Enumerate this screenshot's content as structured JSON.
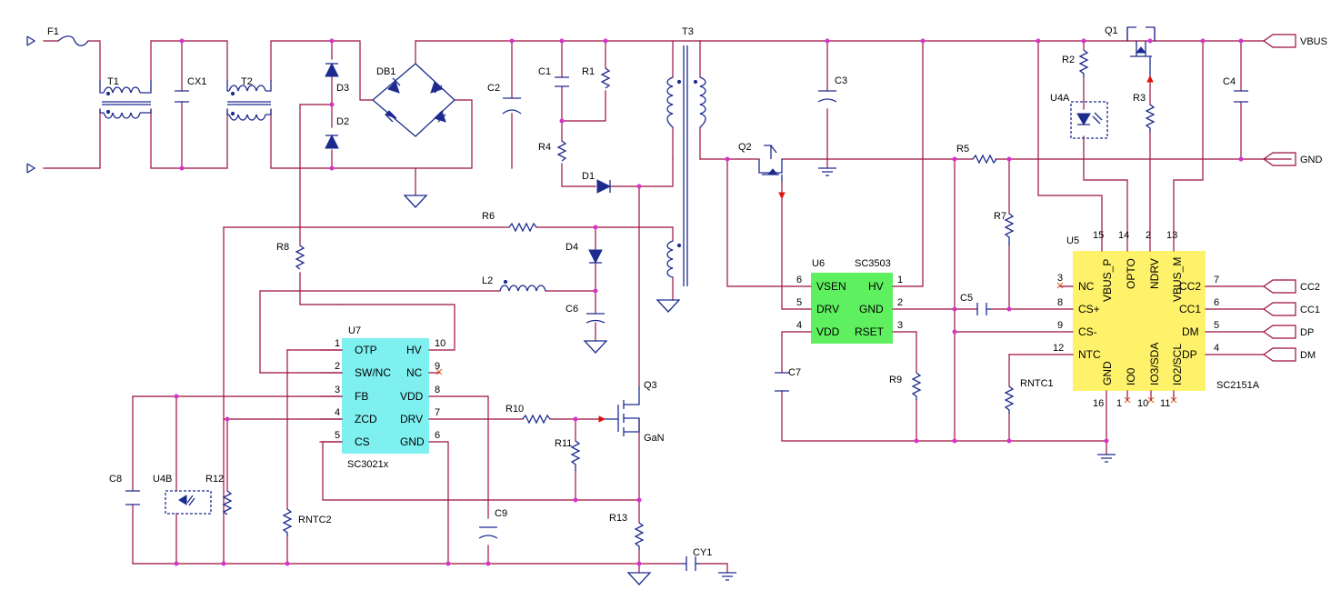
{
  "colors": {
    "wire": "#9c0f3e",
    "component": "#1d2b8f",
    "junction": "#d633c9",
    "ic_u7": "#7ff0f0",
    "ic_u6": "#5ff05f",
    "ic_u5": "#fff26b",
    "nc_mark": "#e36b2b",
    "arrow": "#e01010"
  },
  "labels": {
    "F1": "F1",
    "T1": "T1",
    "CX1": "CX1",
    "T2": "T2",
    "D3": "D3",
    "D2": "D2",
    "DB1": "DB1",
    "C2": "C2",
    "C1": "C1",
    "R1": "R1",
    "R4": "R4",
    "D1": "D1",
    "T3": "T3",
    "C3": "C3",
    "Q2": "Q2",
    "R5": "R5",
    "R7": "R7",
    "Q1": "Q1",
    "R2": "R2",
    "R3": "R3",
    "U4A": "U4A",
    "C4": "C4",
    "R6": "R6",
    "D4": "D4",
    "R8": "R8",
    "L2": "L2",
    "C6": "C6",
    "U7": "U7",
    "Q3": "Q3",
    "GaN": "GaN",
    "R10": "R10",
    "R11": "R11",
    "C8": "C8",
    "U4B": "U4B",
    "R12": "R12",
    "RNTC2": "RNTC2",
    "C9": "C9",
    "R13": "R13",
    "CY1": "CY1",
    "U6": "U6",
    "C5": "C5",
    "C7": "C7",
    "R9": "R9",
    "U5": "U5",
    "RNTC1": "RNTC1"
  },
  "connectors": {
    "VBUS": "VBUS",
    "GND": "GND",
    "CC2": "CC2",
    "CC1": "CC1",
    "DP": "DP",
    "DM": "DM"
  },
  "u7": {
    "part": "SC3021x",
    "left": [
      {
        "num": "1",
        "name": "OTP"
      },
      {
        "num": "2",
        "name": "SW/NC"
      },
      {
        "num": "3",
        "name": "FB"
      },
      {
        "num": "4",
        "name": "ZCD"
      },
      {
        "num": "5",
        "name": "CS"
      }
    ],
    "right": [
      {
        "num": "10",
        "name": "HV"
      },
      {
        "num": "9",
        "name": "NC"
      },
      {
        "num": "8",
        "name": "VDD"
      },
      {
        "num": "7",
        "name": "DRV"
      },
      {
        "num": "6",
        "name": "GND"
      }
    ]
  },
  "u6": {
    "part": "SC3503",
    "left": [
      {
        "num": "6",
        "name": "VSEN"
      },
      {
        "num": "5",
        "name": "DRV"
      },
      {
        "num": "4",
        "name": "VDD"
      }
    ],
    "right": [
      {
        "num": "1",
        "name": "HV"
      },
      {
        "num": "2",
        "name": "GND"
      },
      {
        "num": "3",
        "name": "RSET"
      }
    ]
  },
  "u5": {
    "part": "SC2151A",
    "left": [
      {
        "num": "3",
        "name": "NC"
      },
      {
        "num": "8",
        "name": "CS+"
      },
      {
        "num": "9",
        "name": "CS-"
      },
      {
        "num": "12",
        "name": "NTC"
      }
    ],
    "right": [
      {
        "num": "7",
        "name": "CC2"
      },
      {
        "num": "6",
        "name": "CC1"
      },
      {
        "num": "5",
        "name": "DM"
      },
      {
        "num": "4",
        "name": "DP"
      }
    ],
    "top": [
      {
        "num": "15",
        "name": "VBUS_P"
      },
      {
        "num": "14",
        "name": "OPTO"
      },
      {
        "num": "2",
        "name": "NDRV"
      },
      {
        "num": "13",
        "name": "VBUS_M"
      }
    ],
    "bottom": [
      {
        "num": "16",
        "name": "GND"
      },
      {
        "num": "1",
        "name": "IO0"
      },
      {
        "num": "10",
        "name": "IO3/SDA"
      },
      {
        "num": "11",
        "name": "IO2/SCL"
      }
    ]
  }
}
